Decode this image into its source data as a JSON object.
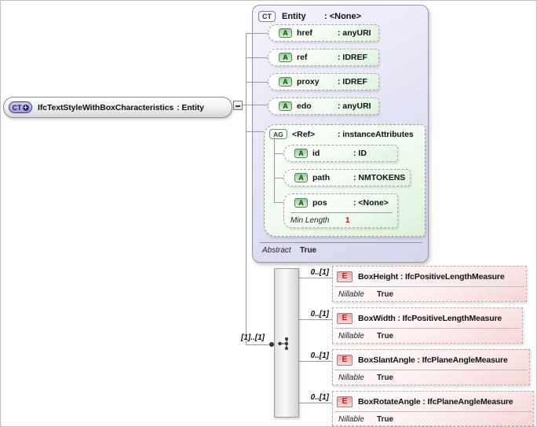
{
  "diagram": {
    "root_element": {
      "badge": "CT",
      "badge_plus": "+",
      "name": "IfcTextStyleWithBoxCharacteristics",
      "type": ": Entity",
      "cardinality": "[1]..[1]"
    },
    "entity_type": {
      "badge": "CT",
      "name": "Entity",
      "type": ": <None>",
      "attributes": [
        {
          "badge": "A",
          "name": "href",
          "type": ": anyURI"
        },
        {
          "badge": "A",
          "name": "ref",
          "type": ": IDREF"
        },
        {
          "badge": "A",
          "name": "proxy",
          "type": ": IDREF"
        },
        {
          "badge": "A",
          "name": "edo",
          "type": ": anyURI"
        }
      ],
      "attribute_group": {
        "badge": "AG",
        "name": "<Ref>",
        "type": ": instanceAttributes",
        "attributes": [
          {
            "badge": "A",
            "name": "id",
            "type": ": ID"
          },
          {
            "badge": "A",
            "name": "path",
            "type": ": NMTOKENS"
          },
          {
            "badge": "A",
            "name": "pos",
            "type": ": <None>",
            "facet_label": "Min Length",
            "facet_value": "1"
          }
        ]
      },
      "abstract_label": "Abstract",
      "abstract_value": "True"
    },
    "sequence": {
      "icon": "sequence-tree-icon"
    },
    "child_elements": [
      {
        "badge": "E",
        "title": "BoxHeight : IfcPositiveLengthMeasure",
        "nillable_label": "Nillable",
        "nillable_value": "True",
        "cardinality": "0..[1]"
      },
      {
        "badge": "E",
        "title": "BoxWidth : IfcPositiveLengthMeasure",
        "nillable_label": "Nillable",
        "nillable_value": "True",
        "cardinality": "0..[1]"
      },
      {
        "badge": "E",
        "title": "BoxSlantAngle : IfcPlaneAngleMeasure",
        "nillable_label": "Nillable",
        "nillable_value": "True",
        "cardinality": "0..[1]"
      },
      {
        "badge": "E",
        "title": "BoxRotateAngle : IfcPlaneAngleMeasure",
        "nillable_label": "Nillable",
        "nillable_value": "True",
        "cardinality": "0..[1]"
      }
    ],
    "colors": {
      "entity_fill": "#dcdcf1",
      "attr_badge_green": "#8fd48f",
      "element_pink": "#f6d6d6",
      "badge_lavender": "#aeaede",
      "facet_value_red": "#cc1111",
      "line_gray": "#9a9a9a"
    }
  }
}
